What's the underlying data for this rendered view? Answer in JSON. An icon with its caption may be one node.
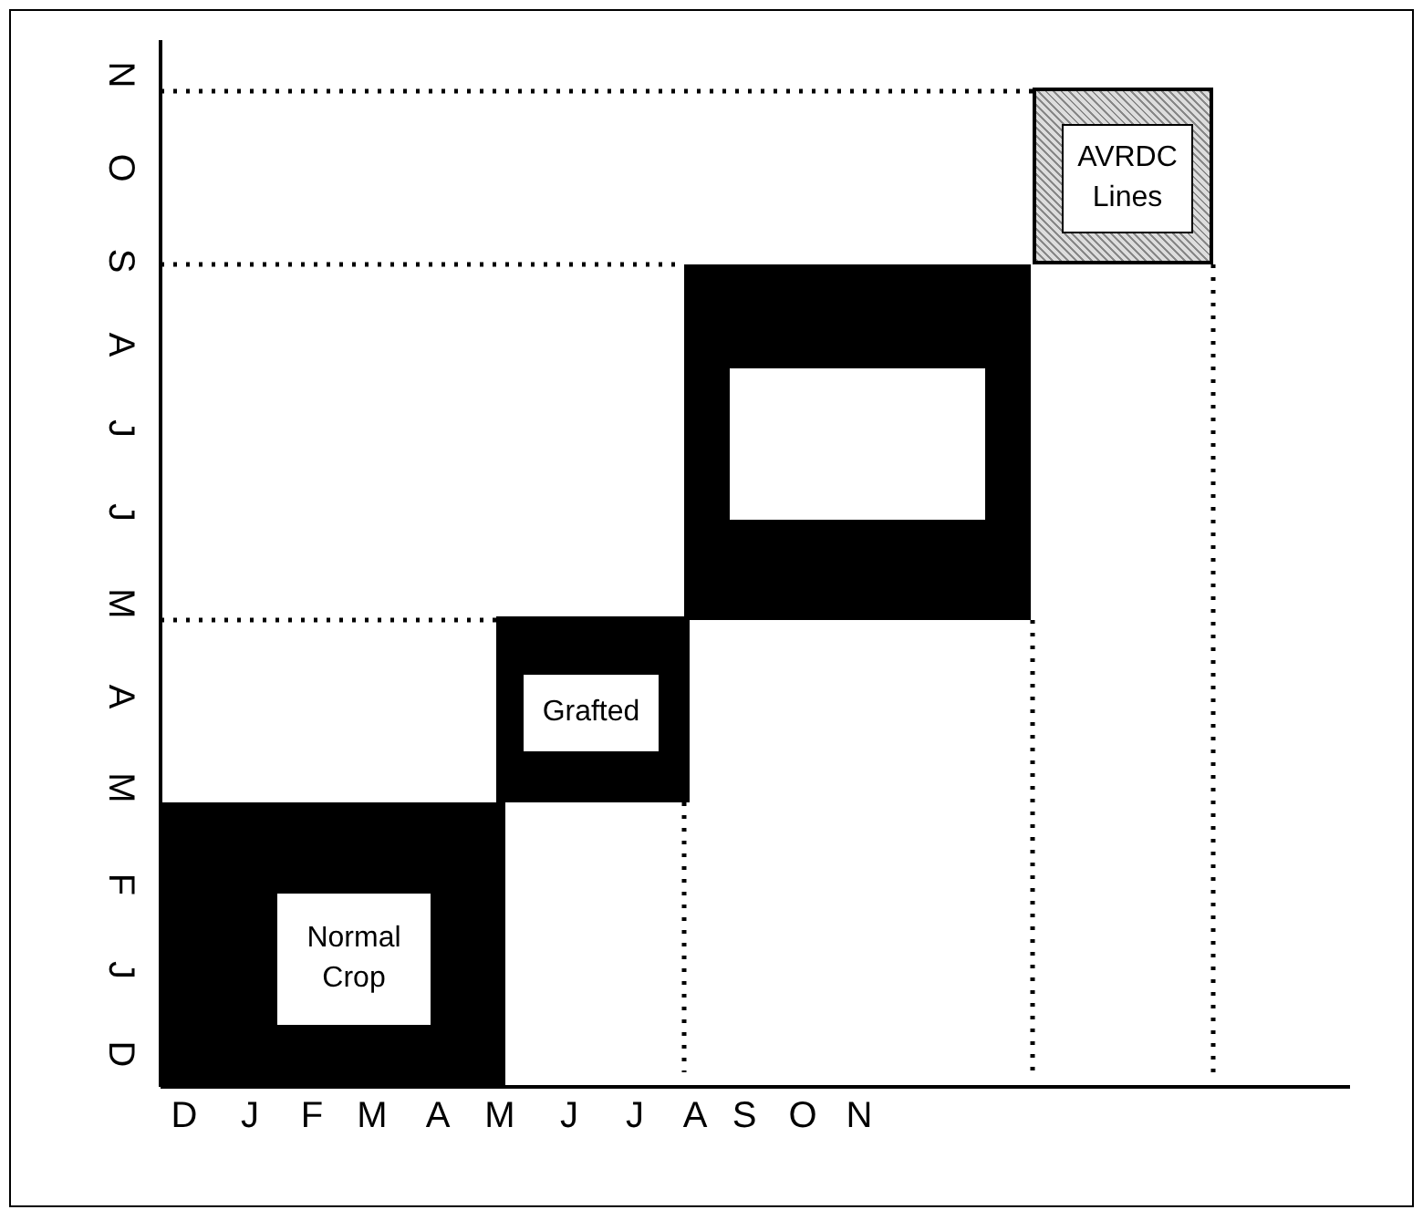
{
  "diagram": {
    "nodes": [
      {
        "text": [
          "Normal Crop"
        ]
      },
      {
        "text": [
          "Grafted"
        ]
      },
      {
        "text": [],
        "shape": "box"
      },
      {
        "text": [
          "AVRDC Lines"
        ]
      }
    ],
    "labels": [
      "N",
      "O",
      "S",
      "A",
      "J",
      "J",
      "M",
      "A",
      "M",
      "F",
      "J",
      "D",
      "D",
      "J",
      "F",
      "M",
      "A",
      "M",
      "J",
      "J",
      "A",
      "S",
      "O",
      "N"
    ]
  }
}
